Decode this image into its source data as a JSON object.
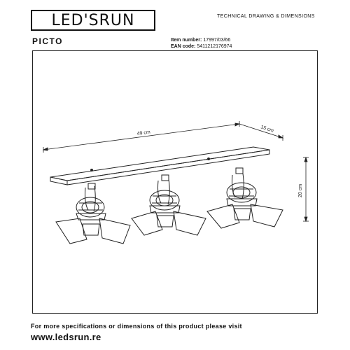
{
  "header": {
    "logo_text": "LED'SRUN",
    "subtitle": "TECHNICAL DRAWING & DIMENSIONS"
  },
  "product": {
    "name": "PICTO",
    "item_label": "Item number:",
    "item_value": "17997/03/66",
    "ean_label": "EAN code:",
    "ean_value": "5411212176974"
  },
  "dimensions": {
    "length": "49 cm",
    "depth": "15 cm",
    "height": "20 cm"
  },
  "footer": {
    "text": "For more specifications or dimensions of this product please visit",
    "url": "www.ledsrun.re"
  },
  "colors": {
    "ink": "#111111",
    "line": "#222222",
    "background": "#ffffff"
  }
}
